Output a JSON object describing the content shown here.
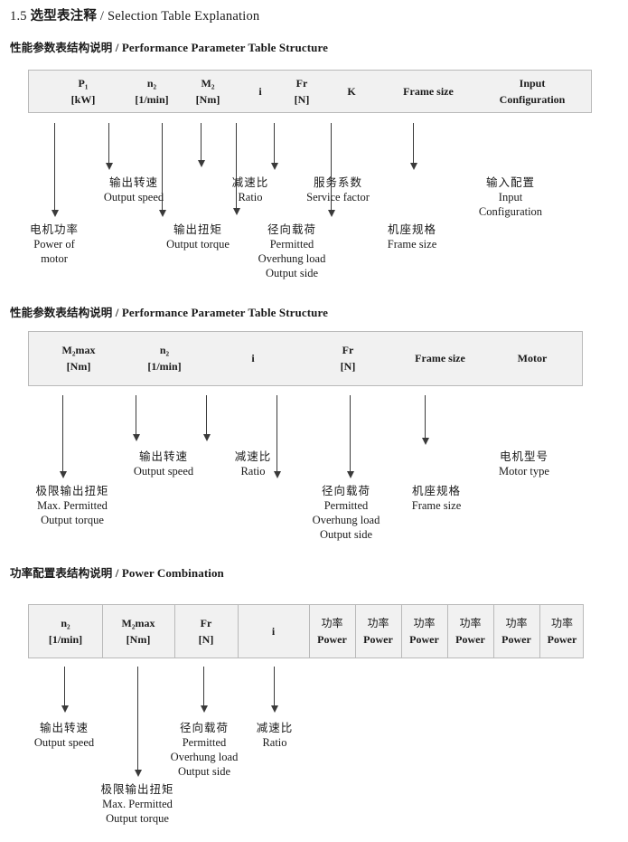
{
  "title": {
    "number": "1.5",
    "cn": "选型表注释",
    "sep": "/",
    "en": "Selection Table Explanation"
  },
  "sections": [
    {
      "heading": {
        "cn": "性能参数表结构说明",
        "sep": "/",
        "en": "Performance Parameter Table Structure"
      },
      "columns": [
        {
          "line1": "P₁",
          "line2": "[kW]"
        },
        {
          "line1": "n₂",
          "line2": "[1/min]"
        },
        {
          "line1": "M₂",
          "line2": "[Nm]"
        },
        {
          "line1": "i",
          "line2": ""
        },
        {
          "line1": "Fr",
          "line2": "[N]"
        },
        {
          "line1": "K",
          "line2": ""
        },
        {
          "line1": "Frame size",
          "line2": ""
        },
        {
          "line1": "Input",
          "line2": "Configuration"
        }
      ],
      "annotations": [
        {
          "cn": "电机功率",
          "en": [
            "Power of",
            "motor"
          ]
        },
        {
          "cn": "输出转速",
          "en": [
            "Output speed"
          ]
        },
        {
          "cn": "输出扭矩",
          "en": [
            "Output torque"
          ]
        },
        {
          "cn": "减速比",
          "en": [
            "Ratio"
          ]
        },
        {
          "cn": "径向载荷",
          "en": [
            "Permitted",
            "Overhung load",
            "Output side"
          ]
        },
        {
          "cn": "服务系数",
          "en": [
            "Service factor"
          ]
        },
        {
          "cn": "机座规格",
          "en": [
            "Frame size"
          ]
        },
        {
          "cn": "输入配置",
          "en": [
            "Input",
            "Configuration"
          ]
        }
      ]
    },
    {
      "heading": {
        "cn": "性能参数表结构说明",
        "sep": "/",
        "en": "Performance Parameter Table Structure"
      },
      "columns": [
        {
          "line1": "M₂max",
          "line2": "[Nm]"
        },
        {
          "line1": "n₂",
          "line2": "[1/min]"
        },
        {
          "line1": "i",
          "line2": ""
        },
        {
          "line1": "Fr",
          "line2": "[N]"
        },
        {
          "line1": "Frame size",
          "line2": ""
        },
        {
          "line1": "Motor",
          "line2": ""
        }
      ],
      "annotations": [
        {
          "cn": "极限输出扭矩",
          "en": [
            "Max. Permitted",
            "Output  torque"
          ]
        },
        {
          "cn": "输出转速",
          "en": [
            "Output speed"
          ]
        },
        {
          "cn": "减速比",
          "en": [
            "Ratio"
          ]
        },
        {
          "cn": "径向载荷",
          "en": [
            "Permitted",
            "Overhung load",
            "Output side"
          ]
        },
        {
          "cn": "机座规格",
          "en": [
            "Frame size"
          ]
        },
        {
          "cn": "电机型号",
          "en": [
            "Motor type"
          ]
        }
      ]
    },
    {
      "heading": {
        "cn": "功率配置表结构说明",
        "sep": "/",
        "en": "Power Combination"
      },
      "columns": [
        {
          "line1": "n₂",
          "line2": "[1/min]"
        },
        {
          "line1": "M₂max",
          "line2": "[Nm]"
        },
        {
          "line1": "Fr",
          "line2": "[N]"
        },
        {
          "line1": "i",
          "line2": ""
        },
        {
          "line1": "功率",
          "line2": "Power"
        },
        {
          "line1": "功率",
          "line2": "Power"
        },
        {
          "line1": "功率",
          "line2": "Power"
        },
        {
          "line1": "功率",
          "line2": "Power"
        },
        {
          "line1": "功率",
          "line2": "Power"
        },
        {
          "line1": "功率",
          "line2": "Power"
        }
      ],
      "annotations": [
        {
          "cn": "输出转速",
          "en": [
            "Output speed"
          ]
        },
        {
          "cn": "极限输出扭矩",
          "en": [
            "Max. Permitted",
            "Output  torque"
          ]
        },
        {
          "cn": "径向载荷",
          "en": [
            "Permitted",
            "Overhung load",
            "Output side"
          ]
        },
        {
          "cn": "减速比",
          "en": [
            "Ratio"
          ]
        }
      ]
    }
  ],
  "colors": {
    "table_fill": "#f1f1f1",
    "table_border": "#b9b9b9",
    "arrow": "#3a3a3a",
    "text": "#1a1a1a"
  }
}
